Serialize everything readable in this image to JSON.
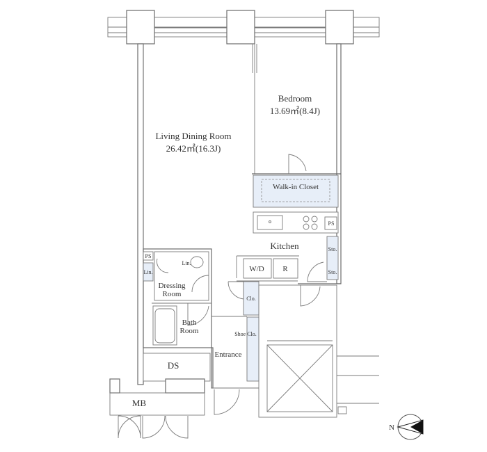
{
  "rooms": {
    "ldk_name": "Living Dining Room",
    "ldk_area": "26.42㎡(16.3J)",
    "bedroom_name": "Bedroom",
    "bedroom_area": "13.69㎡(8.4J)",
    "walk_in_closet": "Walk-in Closet",
    "kitchen": "Kitchen",
    "dressing_room_line1": "Dressing",
    "dressing_room_line2": "Room",
    "bath_room_line1": "Bath",
    "bath_room_line2": "Room",
    "entrance": "Entrance",
    "ds": "DS",
    "mb": "MB"
  },
  "fixtures": {
    "ps_kitchen": "PS",
    "ps_dressing": "PS",
    "lin_left": "Lin.",
    "lin_top": "Lin.",
    "sto_1": "Sto.",
    "sto_2": "Sto.",
    "washer_dryer": "W/D",
    "refrigerator": "R",
    "closet": "Clo.",
    "shoe_closet": "Shoe Clo."
  },
  "compass": {
    "north_label": "N"
  },
  "colors": {
    "closet_fill": "#e7eef8",
    "wall_line": "#6b6b6b"
  }
}
